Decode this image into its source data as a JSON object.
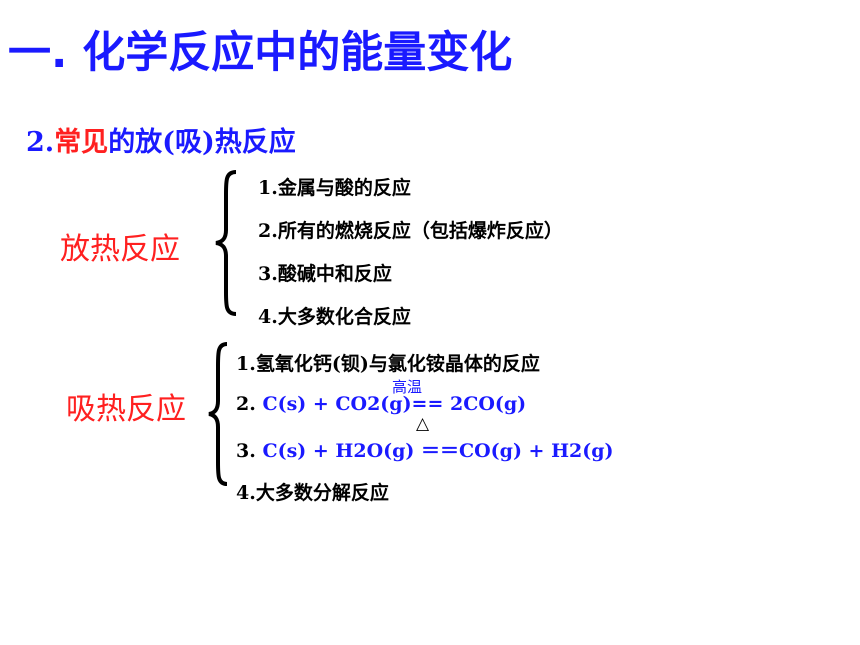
{
  "title": "一. 化学反应中的能量变化",
  "subtitle": {
    "num": "2.",
    "red": "常见",
    "rest": "的放(吸)热反应"
  },
  "exothermic": {
    "label": "放热反应",
    "items": [
      "1.金属与酸的反应",
      "2.所有的燃烧反应（包括爆炸反应）",
      "3.酸碱中和反应",
      "4.大多数化合反应"
    ]
  },
  "endothermic": {
    "label": "吸热反应",
    "item1": "1.氢氧化钙(钡)与氯化铵晶体的反应",
    "item2": {
      "num": "2. ",
      "eq": "C(s) + CO2(g)== 2CO(g)",
      "condition": "高温"
    },
    "item3": {
      "num": "3. ",
      "eq": "C(s) + H2O(g) ＝＝CO(g) + H2(g)",
      "condition": "△"
    },
    "item4": "4.大多数分解反应"
  },
  "colors": {
    "blue": "#1a1aff",
    "red": "#ff2020",
    "black": "#000000"
  }
}
